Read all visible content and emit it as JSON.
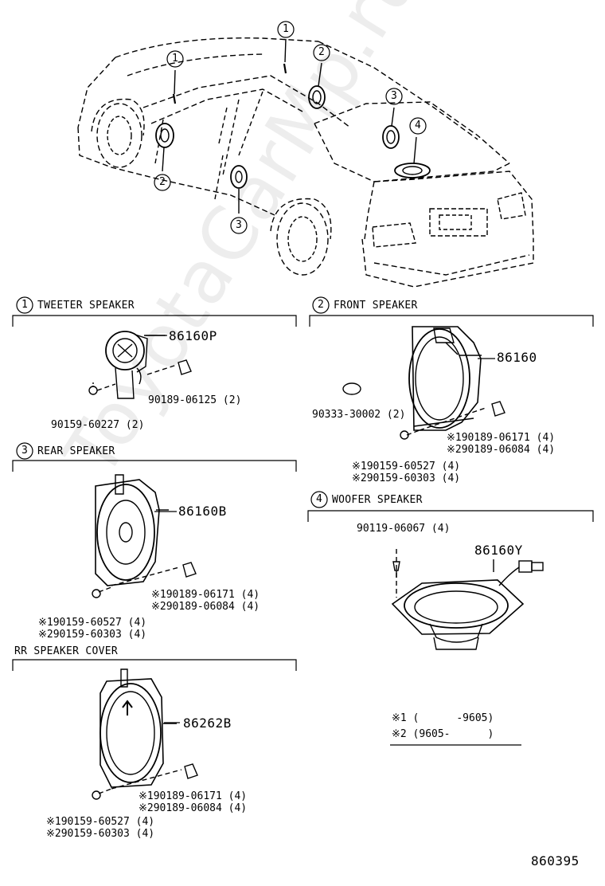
{
  "watermark": "ToyotaCarMp.ru",
  "callouts": {
    "c1": "1",
    "c2": "2",
    "c3": "3",
    "c4": "4"
  },
  "sections": {
    "tweeter": {
      "title": "TWEETER SPEAKER",
      "parts": [
        "86160P",
        "90189-06125 (2)",
        "90159-60227 (2)"
      ]
    },
    "front": {
      "title": "FRONT SPEAKER",
      "parts": [
        "86160",
        "90333-30002 (2)",
        "※190189-06171 (4)",
        "※290189-06084 (4)",
        "※190159-60527 (4)",
        "※290159-60303 (4)"
      ]
    },
    "rear": {
      "title": "REAR SPEAKER",
      "parts": [
        "86160B",
        "※190189-06171 (4)",
        "※290189-06084 (4)",
        "※190159-60527 (4)",
        "※290159-60303 (4)"
      ]
    },
    "woofer": {
      "title": "WOOFER SPEAKER",
      "parts": [
        "90119-06067 (4)",
        "86160Y"
      ]
    },
    "cover": {
      "title": "RR SPEAKER COVER",
      "parts": [
        "86262B",
        "※190189-06171 (4)",
        "※290189-06084 (4)",
        "※190159-60527 (4)",
        "※290159-60303 (4)"
      ]
    }
  },
  "legend": {
    "row1": "※1 (      -9605)",
    "row2": "※2 (9605-      )"
  },
  "diagram_number": "860395"
}
